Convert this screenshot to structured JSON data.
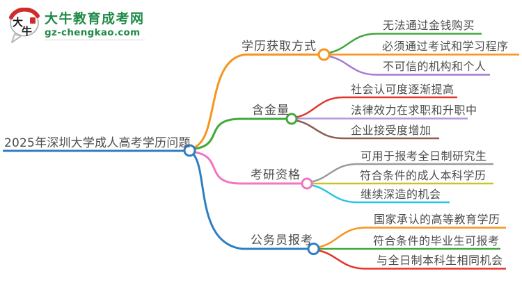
{
  "logo": {
    "site_name": "大牛教育成考网",
    "site_url": "gz-chengkao.com",
    "icon_char_top": "大",
    "icon_char_bottom": "牛",
    "brand_color": "#1f8a46",
    "icon_accent_color": "#cf2b2b"
  },
  "mindmap": {
    "text_color": "#4d4d4d",
    "root": {
      "label": "2025年深圳大学成人高考学历问题",
      "color": "#2d7ec3"
    },
    "branches": [
      {
        "label": "学历获取方式",
        "color": "#f7941e",
        "children": [
          {
            "text": "无法通过金钱购买",
            "color": "#41a83b"
          },
          {
            "text": "必须通过考试和学习程序",
            "color": "#f7941e"
          },
          {
            "text": "不可信的机构和个人",
            "color": "#a47ad2"
          }
        ]
      },
      {
        "label": "含金量",
        "color": "#41a83b",
        "children": [
          {
            "text": "社会认可度逐渐提高",
            "color": "#e1352e"
          },
          {
            "text": "法律效力在求职和升职中",
            "color": "#b29ade"
          },
          {
            "text": "企业接受度增加",
            "color": "#8e5c4e"
          }
        ]
      },
      {
        "label": "考研资格",
        "color": "#f175c3",
        "children": [
          {
            "text": "可用于报考全日制研究生",
            "color": "#9b9b9b"
          },
          {
            "text": "符合条件的成人本科学历",
            "color": "#ccc41c"
          },
          {
            "text": "继续深造的机会",
            "color": "#29c5e6"
          }
        ]
      },
      {
        "label": "公务员报考",
        "color": "#2d7ec3",
        "children": [
          {
            "text": "国家承认的高等教育学历",
            "color": "#f7941e"
          },
          {
            "text": "符合条件的毕业生可报考",
            "color": "#41a83b"
          },
          {
            "text": "与全日制本科生相同机会",
            "color": "#e1352e"
          }
        ]
      }
    ]
  }
}
